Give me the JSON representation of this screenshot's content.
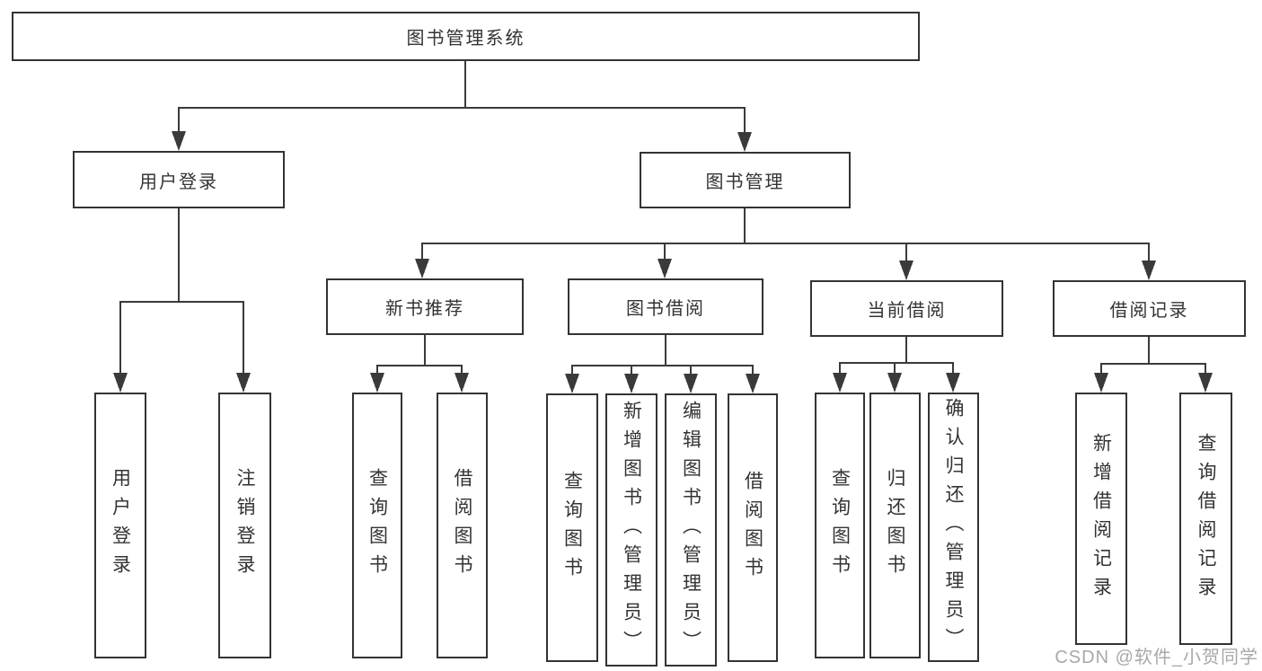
{
  "diagram": {
    "title": "图书管理系统",
    "nodes": {
      "root": "图书管理系统",
      "user_login": "用户登录",
      "book_mgmt": "图书管理",
      "new_book_rec": "新书推荐",
      "book_borrow": "图书借阅",
      "current_borrow": "当前借阅",
      "borrow_records": "借阅记录",
      "leaf_user_login": "用户登录",
      "leaf_logout": "注销登录",
      "leaf_query_book_1": "查询图书",
      "leaf_borrow_book_1": "借阅图书",
      "leaf_query_book_2": "查询图书",
      "leaf_add_book": "新增图书（管理员）",
      "leaf_edit_book": "编辑图书（管理员）",
      "leaf_borrow_book_2": "借阅图书",
      "leaf_query_book_3": "查询图书",
      "leaf_return_book": "归还图书",
      "leaf_confirm_return": "确认归还（管理员）",
      "leaf_add_borrow_record": "新增借阅记录",
      "leaf_query_borrow_record": "查询借阅记录"
    },
    "structure": {
      "root": [
        "user_login",
        "book_mgmt"
      ],
      "user_login": [
        "leaf_user_login",
        "leaf_logout"
      ],
      "book_mgmt": [
        "new_book_rec",
        "book_borrow",
        "current_borrow",
        "borrow_records"
      ],
      "new_book_rec": [
        "leaf_query_book_1",
        "leaf_borrow_book_1"
      ],
      "book_borrow": [
        "leaf_query_book_2",
        "leaf_add_book",
        "leaf_edit_book",
        "leaf_borrow_book_2"
      ],
      "current_borrow": [
        "leaf_query_book_3",
        "leaf_return_book",
        "leaf_confirm_return"
      ],
      "borrow_records": [
        "leaf_add_borrow_record",
        "leaf_query_borrow_record"
      ]
    }
  },
  "watermark": {
    "text": "CSDN @软件_小贺同学"
  },
  "colors": {
    "line": "#3a3a3a",
    "border": "#333333",
    "text": "#333333",
    "background": "#ffffff",
    "watermark": "#a8a8a8"
  }
}
